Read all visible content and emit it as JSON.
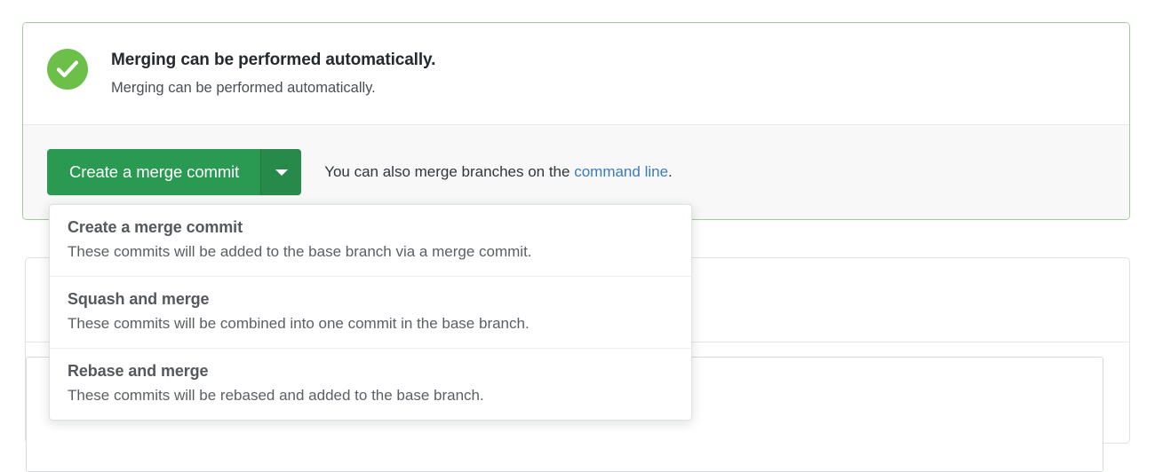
{
  "merge_status": {
    "icon": "check-circle-icon",
    "icon_color": "#6cc04a",
    "title": "Merging can be performed automatically.",
    "subtitle": "Merging can be performed automatically.",
    "border_color": "#a2cb9b"
  },
  "merge_actions": {
    "primary_button_label": "Create a merge commit",
    "primary_button_color": "#2a9a53",
    "caret_button_color": "#288a4a",
    "caret_icon": "chevron-down-icon",
    "hint_prefix": "You can also merge branches on the ",
    "hint_link_label": "command line",
    "hint_link_color": "#3a7dbd",
    "hint_suffix": "."
  },
  "merge_dropdown": {
    "open": true,
    "items": [
      {
        "title": "Create a merge commit",
        "description": "These commits will be added to the base branch via a merge commit."
      },
      {
        "title": "Squash and merge",
        "description": "These commits will be combined into one commit in the base branch."
      },
      {
        "title": "Rebase and merge",
        "description": "These commits will be rebased and added to the base branch."
      }
    ]
  },
  "lower_panel": {
    "comment_box_placeholder": ""
  }
}
